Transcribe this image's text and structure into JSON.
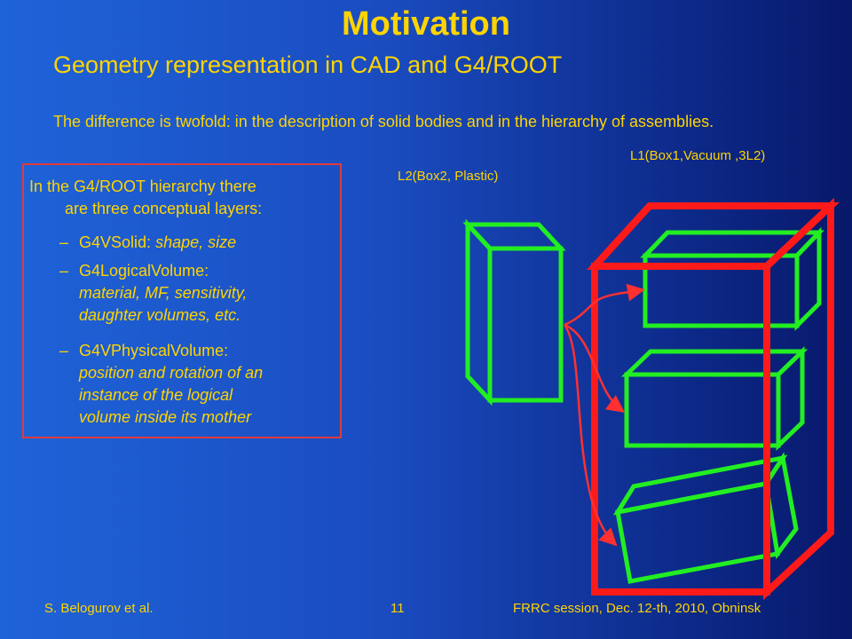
{
  "title": "Motivation",
  "subtitle": "Geometry representation in CAD and G4/ROOT",
  "intro": "The difference is twofold: in the description of solid bodies and in the hierarchy of assemblies.",
  "box": {
    "lead_line1": "In the G4/ROOT hierarchy there",
    "lead_line2": "are three conceptual layers:",
    "items": [
      {
        "dash": "–",
        "name": "G4VSolid:",
        "desc": "shape, size"
      },
      {
        "dash": "–",
        "name": "G4LogicalVolume:",
        "desc_lines": [
          "material, MF, sensitivity,",
          "daughter volumes, etc."
        ]
      },
      {
        "dash": "–",
        "name": "G4VPhysicalVolume:",
        "desc_lines": [
          "position and rotation of an",
          "instance of the logical",
          "volume inside its mother"
        ]
      }
    ]
  },
  "diagram": {
    "label_l2": "L2(Box2, Plastic)",
    "label_l1": "L1(Box1,Vacuum ,3L2)",
    "colors": {
      "inner_box": "#22ee22",
      "outer_box": "#ff1a1a",
      "arrow": "#ff3030"
    }
  },
  "footer": {
    "author": "S. Belogurov et  al.",
    "page": "11",
    "event": "FRRC session,  Dec. 12-th, 2010, Obninsk"
  }
}
